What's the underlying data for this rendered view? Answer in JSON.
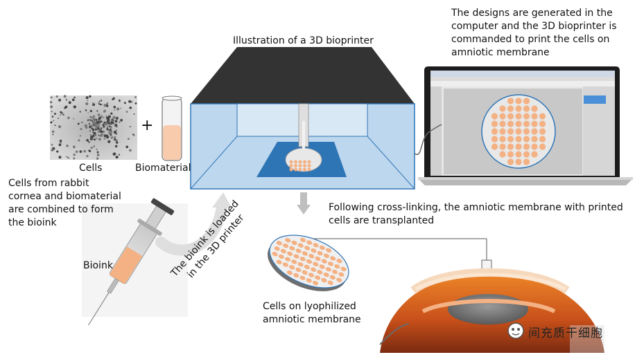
{
  "labels": {
    "printer_title": "Illustration of a 3D bioprinter",
    "computer_note": [
      "The designs are generated in the",
      "computer and the 3D bioprinter is",
      "commanded to print the cells on",
      "amniotic membrane"
    ],
    "cells": "Cells",
    "plus": "+",
    "biomaterial": "Biomaterial",
    "combine_note": [
      "Cells from rabbit",
      "cornea and biomaterial",
      "are combined to form",
      "the bioink"
    ],
    "bioink": "Bioink",
    "loaded_note": [
      "The bioink is loaded",
      "in the 3D printer"
    ],
    "membrane_note": [
      "Cells on lyophilized",
      "amniotic membrane"
    ],
    "transplant_note": [
      "Following cross-linking, the amniotic membrane with printed",
      "cells are transplanted"
    ]
  },
  "watermark": {
    "icon": "wechat-icon",
    "text": "间充质干细胞"
  },
  "colors": {
    "printer_top": "#333333",
    "printer_body": "#bdd7ee",
    "printer_outline": "#2e75b6",
    "platform": "#2e75b6",
    "cell_dot": "#f4b183",
    "arrow": "#bfbfbf",
    "eye_orange": "#e07020"
  }
}
